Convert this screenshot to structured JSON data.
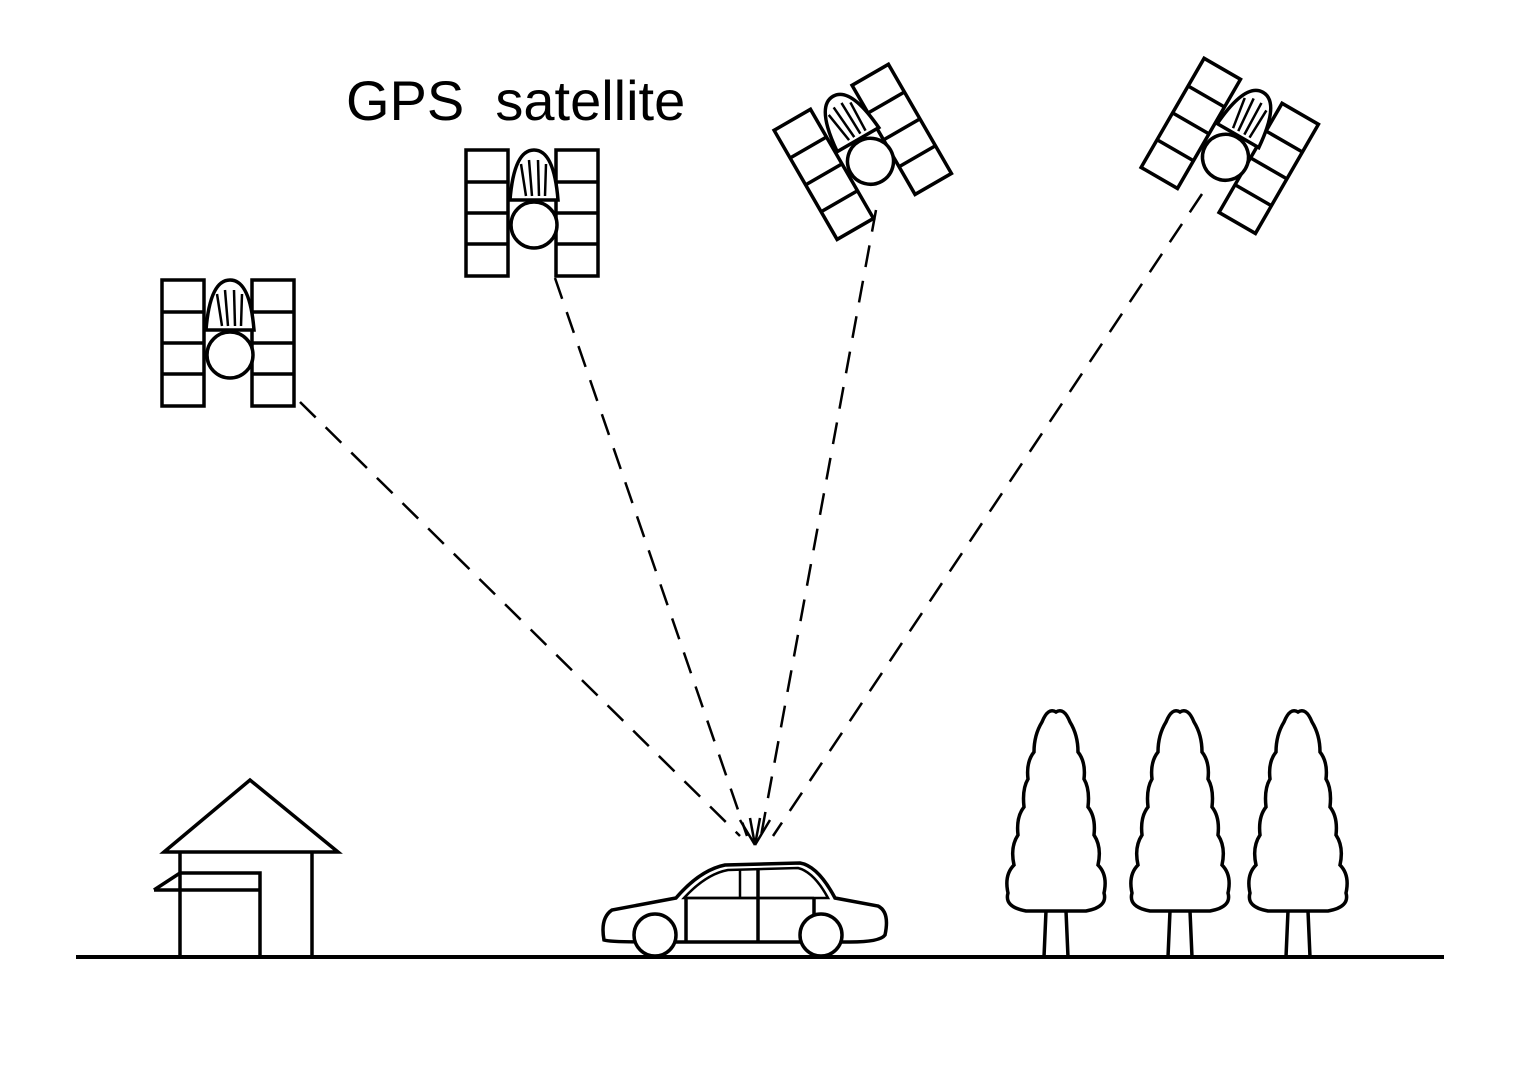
{
  "diagram": {
    "label": "GPS  satellite",
    "colors": {
      "line": "#000000",
      "background": "#ffffff"
    },
    "satellites": [
      "satellite-1",
      "satellite-2",
      "satellite-3",
      "satellite-4"
    ],
    "ground_objects": [
      "house",
      "car",
      "tree",
      "tree",
      "tree"
    ]
  }
}
